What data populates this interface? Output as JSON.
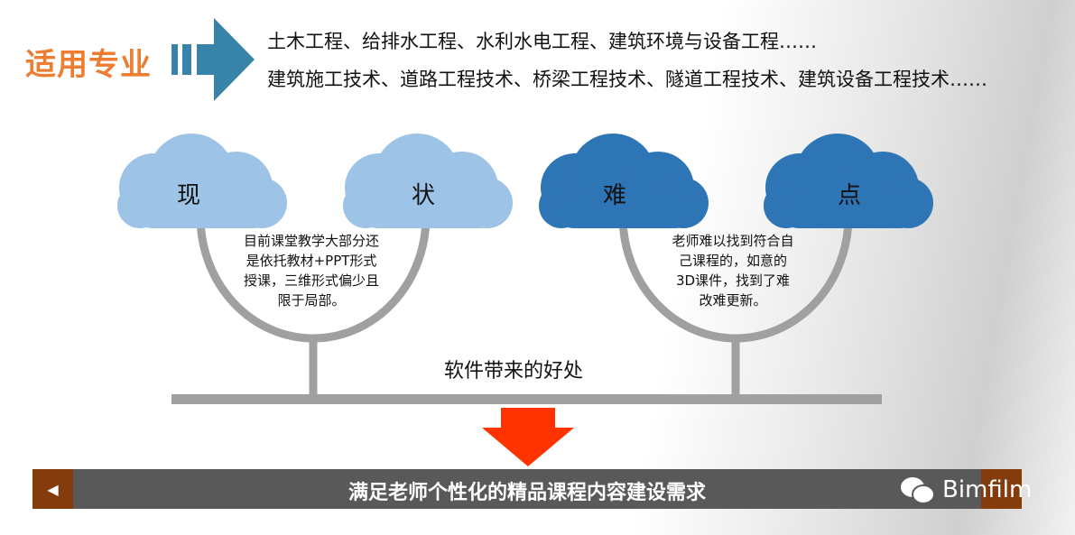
{
  "header": {
    "title": "适用专业",
    "majors": [
      "土木工程、给排水工程、水利水电工程、建筑环境与设备工程……",
      "建筑施工技术、道路工程技术、桥梁工程技术、隧道工程技术、建筑设备工程技术……"
    ]
  },
  "clouds": [
    {
      "label": "现"
    },
    {
      "label": "状"
    },
    {
      "label": "难"
    },
    {
      "label": "点"
    }
  ],
  "status_desc": [
    "目前课堂教学大部分还",
    "是依托教材+PPT形式",
    "授课，三维形式偏少且",
    "限于局部。"
  ],
  "difficulty_desc": [
    "老师难以找到符合自",
    "己课程的，如意的",
    "3D课件，找到了难",
    "改难更新。"
  ],
  "benefit": "软件带来的好处",
  "banner": {
    "text": "满足老师个性化的精品课程内容建设需求",
    "prev": "◀",
    "brand": "Bimfilm"
  },
  "colors": {
    "orange": "#ed7d31",
    "teal": "#3784a8",
    "light_blue": "#9dc3e6",
    "dark_blue": "#2e75b6",
    "red": "#ff3300",
    "gray": "#a0a0a0"
  }
}
